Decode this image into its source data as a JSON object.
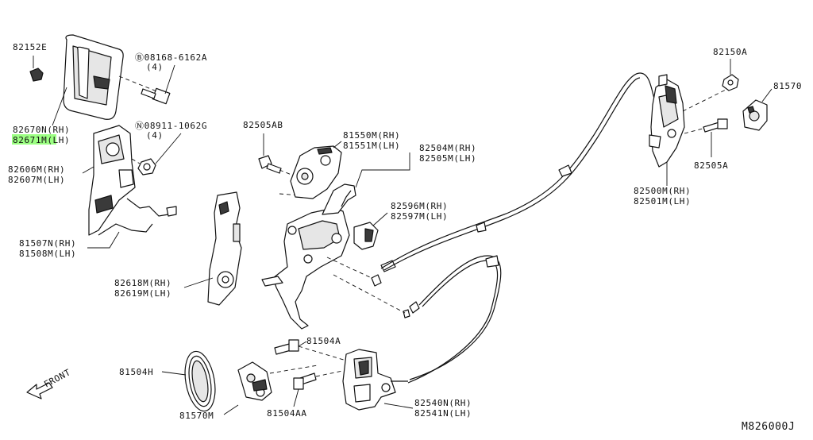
{
  "diagram_id": "M826000J",
  "labels": {
    "l82152e": "82152E",
    "l08168_a": "Ⓑ08168-6162A",
    "l08168_b": "(4)",
    "l82670n": "82670N(RH)",
    "l82671m": "82671M(LH)",
    "l08911_a": "Ⓝ08911-1062G",
    "l08911_b": "(4)",
    "l82606m": "82606M(RH)",
    "l82607m": "82607M(LH)",
    "l81507n": "81507N(RH)",
    "l81508m": "81508M(LH)",
    "l82618m": "82618M(RH)",
    "l82619m": "82619M(LH)",
    "l82505ab": "82505AB",
    "l81550m": "81550M(RH)",
    "l81551m": "81551M(LH)",
    "l82504m": "82504M(RH)",
    "l82505m": "82505M(LH)",
    "l82596m": "82596M(RH)",
    "l82597m": "82597M(LH)",
    "l82150a": "82150A",
    "l81570": "81570",
    "l82505a": "82505A",
    "l82500m": "82500M(RH)",
    "l82501m": "82501M(LH)",
    "l81504a": "81504A",
    "l81504h": "81504H",
    "l81570m": "81570M",
    "l81504aa": "81504AA",
    "l82540n": "82540N(RH)",
    "l82541n": "82541N(LH)",
    "front": "FRONT"
  },
  "highlight": "82671M"
}
